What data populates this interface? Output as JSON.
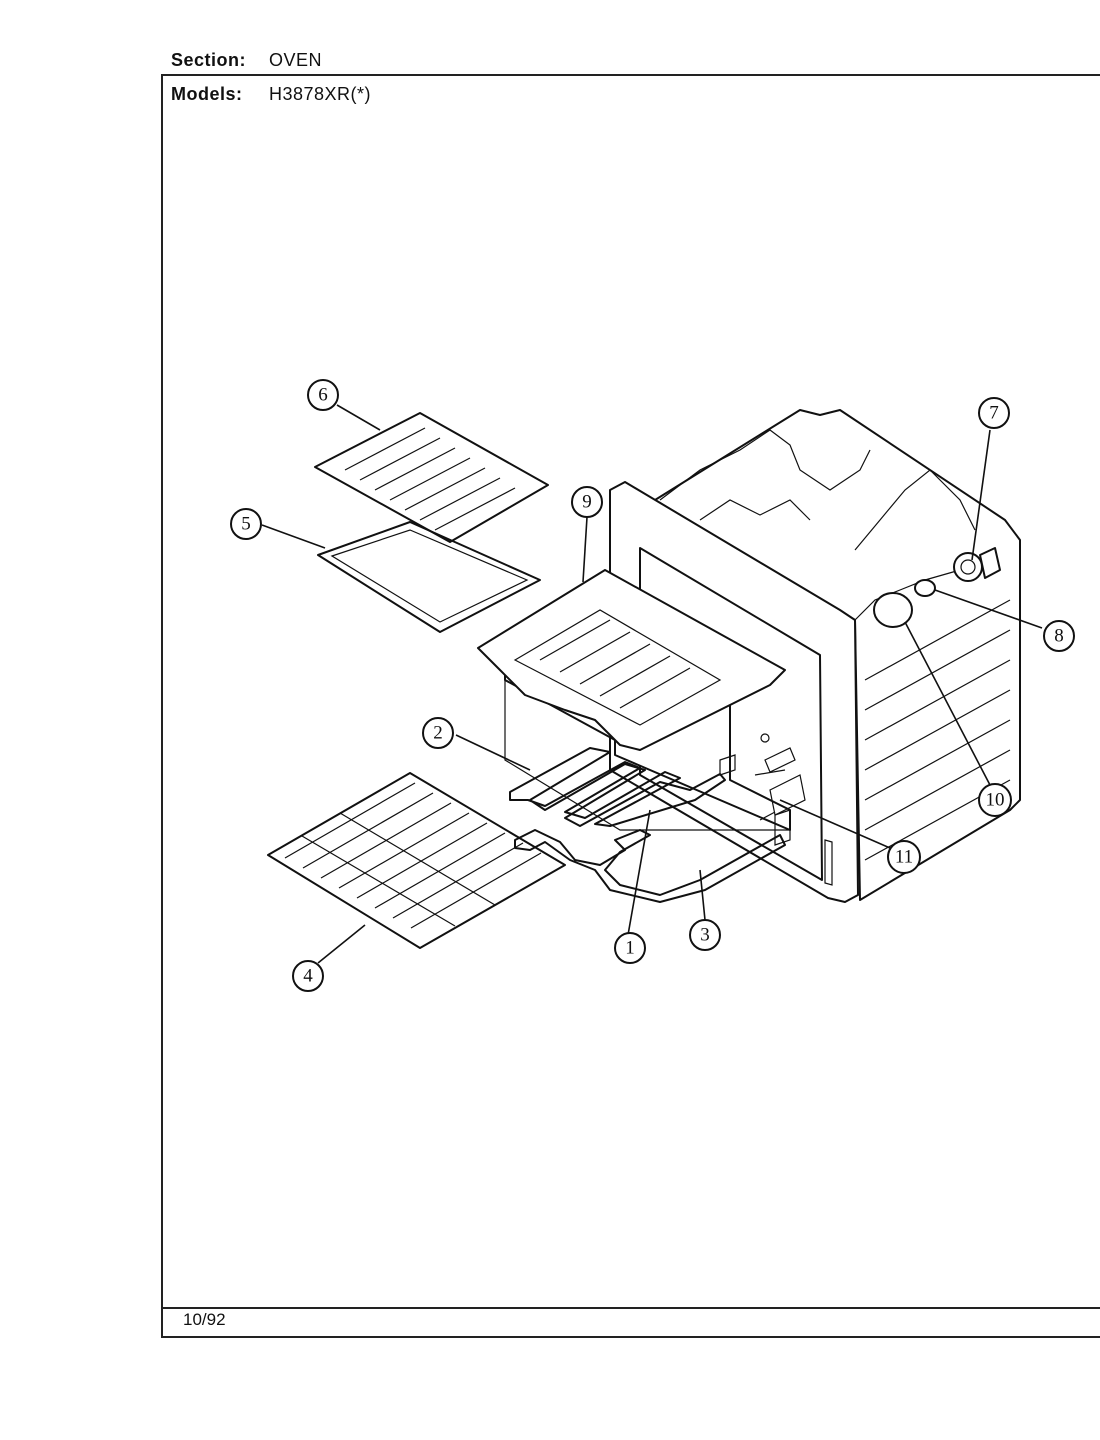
{
  "header": {
    "section_label": "Section:",
    "section_value": "OVEN",
    "models_label": "Models:",
    "models_value": "H3878XR(*)"
  },
  "footer": {
    "date": "10/92"
  },
  "callouts": [
    {
      "id": "1",
      "label": "1"
    },
    {
      "id": "2",
      "label": "2"
    },
    {
      "id": "3",
      "label": "3"
    },
    {
      "id": "4",
      "label": "4"
    },
    {
      "id": "5",
      "label": "5"
    },
    {
      "id": "6",
      "label": "6"
    },
    {
      "id": "7",
      "label": "7"
    },
    {
      "id": "8",
      "label": "8"
    },
    {
      "id": "9",
      "label": "9"
    },
    {
      "id": "10",
      "label": "10"
    },
    {
      "id": "11",
      "label": "11"
    }
  ]
}
